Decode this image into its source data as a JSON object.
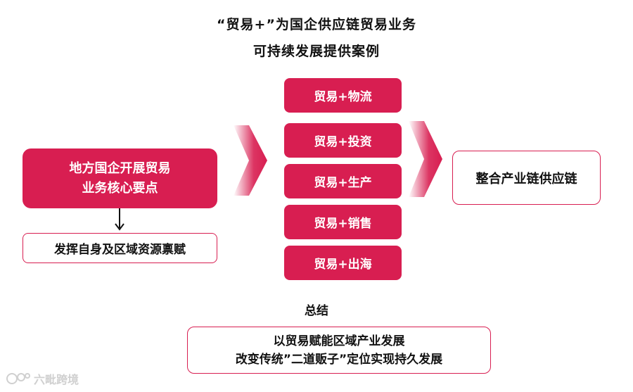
{
  "title": {
    "line1": "“贸易+”为国企供应链贸易业务",
    "line2": "可持续发展提供案例"
  },
  "left": {
    "core_line1": "地方国企开展贸易",
    "core_line2": "业务核心要点",
    "endowment": "发挥自身及区域资源禀赋"
  },
  "combos": [
    {
      "label": "贸易+物流"
    },
    {
      "label": "贸易+投资"
    },
    {
      "label": "贸易+生产"
    },
    {
      "label": "贸易+销售"
    },
    {
      "label": "贸易+出海"
    }
  ],
  "result": "整合产业链供应链",
  "summary": {
    "label": "总结",
    "line1": "以贸易赋能区域产业发展",
    "line2": "改变传统”二道贩子”定位实现持久发展"
  },
  "watermark": "六毗跨境",
  "colors": {
    "accent": "#d81e51"
  }
}
